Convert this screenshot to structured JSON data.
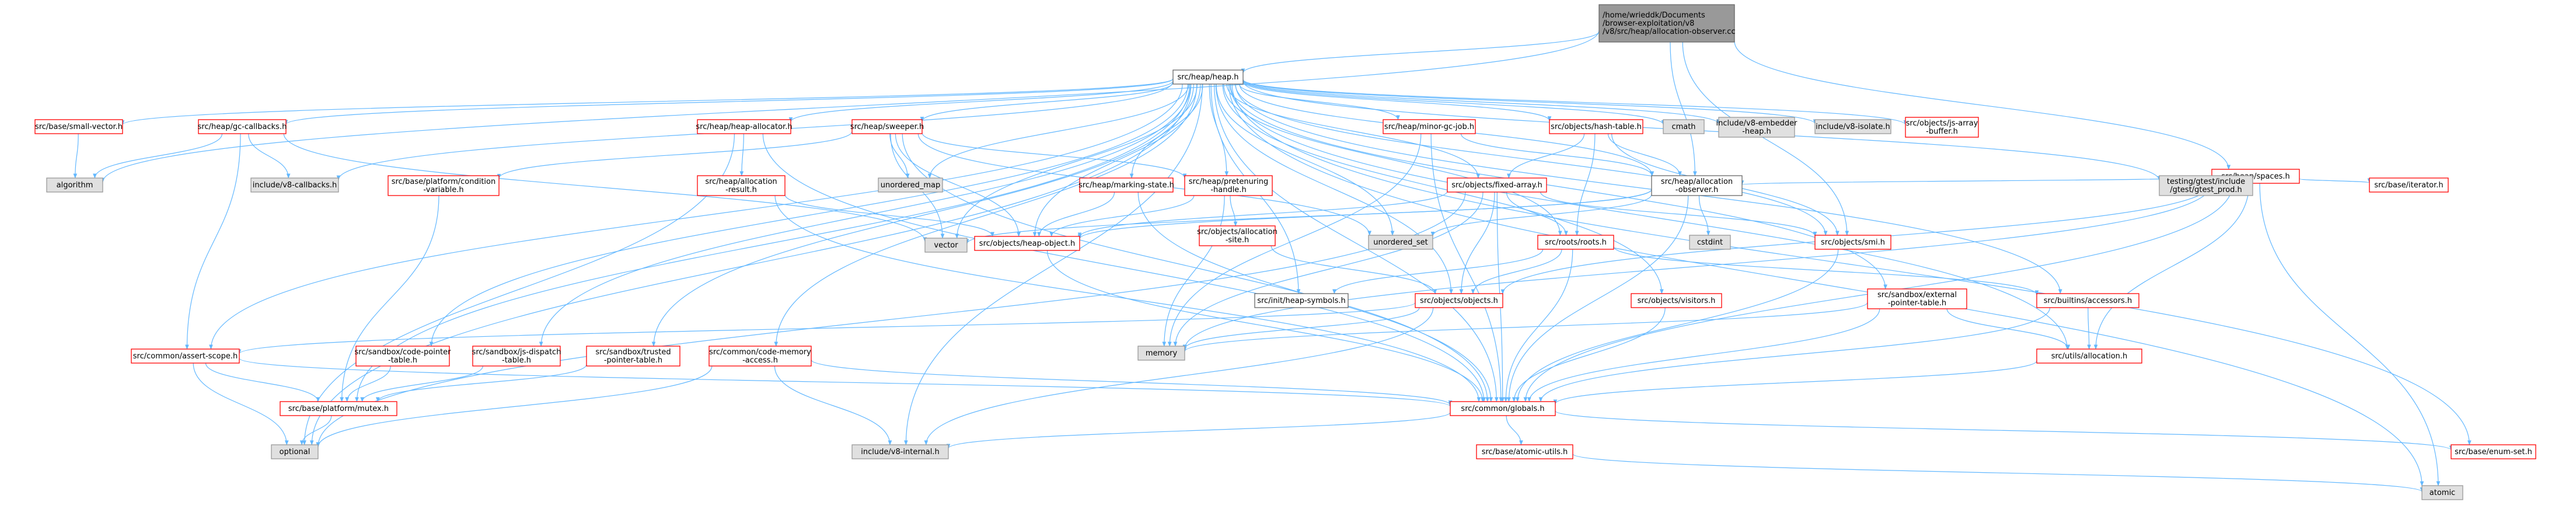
{
  "colors": {
    "root_fill": "#999999",
    "root_border": "#666666",
    "normal_fill": "#ffffff",
    "normal_border": "#ff0000",
    "main_border": "#666666",
    "system_fill": "#e0e0e0",
    "system_border": "#999999",
    "edge_color": "#63b8ff",
    "arrow_color": "#63b8ff",
    "text_color": "#000000"
  },
  "nodes": [
    {
      "id": "root",
      "kind": "root",
      "lines": [
        "/home/wrieddk/Documents",
        "/browser-exploitation/v8",
        "/v8/src/heap/allocation-observer.cc"
      ]
    },
    {
      "id": "heap_h",
      "kind": "main",
      "lines": [
        "src/heap/heap.h"
      ]
    },
    {
      "id": "spaces_h",
      "kind": "normal",
      "lines": [
        "src/heap/spaces.h"
      ]
    },
    {
      "id": "small_vector",
      "kind": "normal",
      "lines": [
        "src/base/small-vector.h"
      ]
    },
    {
      "id": "gc_callbacks",
      "kind": "normal",
      "lines": [
        "src/heap/gc-callbacks.h"
      ]
    },
    {
      "id": "heap_allocator",
      "kind": "normal",
      "lines": [
        "src/heap/heap-allocator.h"
      ]
    },
    {
      "id": "sweeper",
      "kind": "normal",
      "lines": [
        "src/heap/sweeper.h"
      ]
    },
    {
      "id": "minor_gc_job",
      "kind": "normal",
      "lines": [
        "src/heap/minor-gc-job.h"
      ]
    },
    {
      "id": "hash_table",
      "kind": "normal",
      "lines": [
        "src/objects/hash-table.h"
      ]
    },
    {
      "id": "cmath",
      "kind": "system",
      "lines": [
        "cmath"
      ]
    },
    {
      "id": "embedder_heap",
      "kind": "system",
      "lines": [
        "include/v8-embedder",
        "-heap.h"
      ]
    },
    {
      "id": "v8_isolate",
      "kind": "system",
      "lines": [
        "include/v8-isolate.h"
      ]
    },
    {
      "id": "js_array_buffer",
      "kind": "normal",
      "lines": [
        "src/objects/js-array",
        "-buffer.h"
      ]
    },
    {
      "id": "algorithm",
      "kind": "system",
      "lines": [
        "algorithm"
      ]
    },
    {
      "id": "v8_callbacks",
      "kind": "system",
      "lines": [
        "include/v8-callbacks.h"
      ]
    },
    {
      "id": "condition_variable",
      "kind": "normal",
      "lines": [
        "src/base/platform/condition",
        "-variable.h"
      ]
    },
    {
      "id": "allocation_result",
      "kind": "normal",
      "lines": [
        "src/heap/allocation",
        "-result.h"
      ]
    },
    {
      "id": "unordered_map",
      "kind": "system",
      "lines": [
        "unordered_map"
      ]
    },
    {
      "id": "marking_state",
      "kind": "normal",
      "lines": [
        "src/heap/marking-state.h"
      ]
    },
    {
      "id": "pretenuring_handle",
      "kind": "normal",
      "lines": [
        "src/heap/pretenuring",
        "-handle.h"
      ]
    },
    {
      "id": "fixed_array",
      "kind": "normal",
      "lines": [
        "src/objects/fixed-array.h"
      ]
    },
    {
      "id": "allocation_observer_h",
      "kind": "main",
      "lines": [
        "src/heap/allocation",
        "-observer.h"
      ]
    },
    {
      "id": "testing_gtest",
      "kind": "system",
      "lines": [
        "testing/gtest/include",
        "/gtest/gtest_prod.h"
      ]
    },
    {
      "id": "base_iterator",
      "kind": "normal",
      "lines": [
        "src/base/iterator.h"
      ]
    },
    {
      "id": "vector",
      "kind": "system",
      "lines": [
        "vector"
      ]
    },
    {
      "id": "heap_object",
      "kind": "normal",
      "lines": [
        "src/objects/heap-object.h"
      ]
    },
    {
      "id": "allocation_site",
      "kind": "normal",
      "lines": [
        "src/objects/allocation",
        "-site.h"
      ]
    },
    {
      "id": "unordered_set",
      "kind": "system",
      "lines": [
        "unordered_set"
      ]
    },
    {
      "id": "roots_h",
      "kind": "normal",
      "lines": [
        "src/roots/roots.h"
      ]
    },
    {
      "id": "cstdint",
      "kind": "system",
      "lines": [
        "cstdint"
      ]
    },
    {
      "id": "objects_smi",
      "kind": "normal",
      "lines": [
        "src/objects/smi.h"
      ]
    },
    {
      "id": "heap_symbols",
      "kind": "main",
      "lines": [
        "src/init/heap-symbols.h"
      ]
    },
    {
      "id": "objects_h",
      "kind": "normal",
      "lines": [
        "src/objects/objects.h"
      ]
    },
    {
      "id": "objects_visitors",
      "kind": "normal",
      "lines": [
        "src/objects/visitors.h"
      ]
    },
    {
      "id": "external_pointer_table",
      "kind": "normal",
      "lines": [
        "src/sandbox/external",
        "-pointer-table.h"
      ]
    },
    {
      "id": "builtins_accessors",
      "kind": "normal",
      "lines": [
        "src/builtins/accessors.h"
      ]
    },
    {
      "id": "memory",
      "kind": "system",
      "lines": [
        "memory"
      ]
    },
    {
      "id": "assert_scope",
      "kind": "normal",
      "lines": [
        "src/common/assert-scope.h"
      ]
    },
    {
      "id": "code_pointer_table",
      "kind": "normal",
      "lines": [
        "src/sandbox/code-pointer",
        "-table.h"
      ]
    },
    {
      "id": "js_dispatch_table",
      "kind": "normal",
      "lines": [
        "src/sandbox/js-dispatch",
        "-table.h"
      ]
    },
    {
      "id": "trusted_pointer_table",
      "kind": "normal",
      "lines": [
        "src/sandbox/trusted",
        "-pointer-table.h"
      ]
    },
    {
      "id": "code_memory_access",
      "kind": "normal",
      "lines": [
        "src/common/code-memory",
        "-access.h"
      ]
    },
    {
      "id": "utils_allocation",
      "kind": "normal",
      "lines": [
        "src/utils/allocation.h"
      ]
    },
    {
      "id": "platform_mutex",
      "kind": "normal",
      "lines": [
        "src/base/platform/mutex.h"
      ]
    },
    {
      "id": "common_globals",
      "kind": "normal",
      "lines": [
        "src/common/globals.h"
      ]
    },
    {
      "id": "optional",
      "kind": "system",
      "lines": [
        "optional"
      ]
    },
    {
      "id": "v8_internal",
      "kind": "system",
      "lines": [
        "include/v8-internal.h"
      ]
    },
    {
      "id": "atomic_utils",
      "kind": "normal",
      "lines": [
        "src/base/atomic-utils.h"
      ]
    },
    {
      "id": "enum_set",
      "kind": "normal",
      "lines": [
        "src/base/enum-set.h"
      ]
    },
    {
      "id": "atomic",
      "kind": "system",
      "lines": [
        "atomic"
      ]
    }
  ]
}
